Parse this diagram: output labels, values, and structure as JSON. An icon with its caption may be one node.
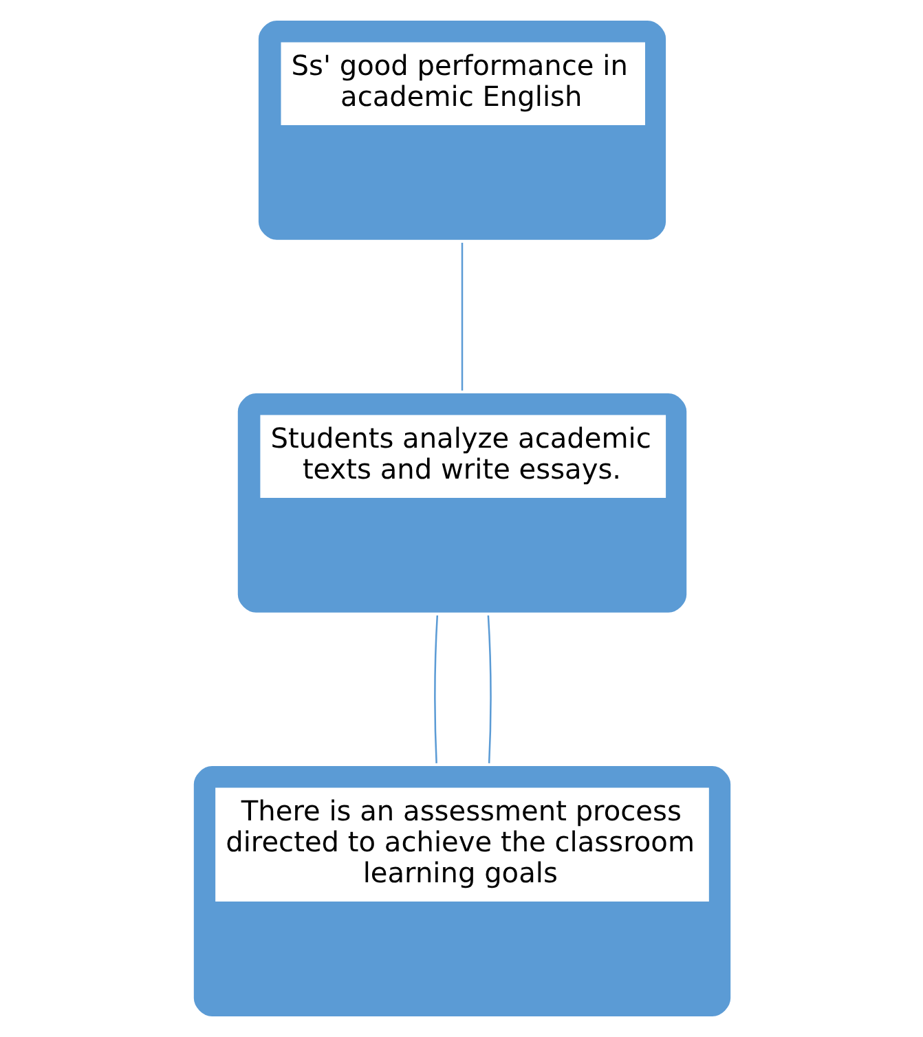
{
  "diagram": {
    "nodes": [
      {
        "text": [
          "Ss' good performance in academic English"
        ]
      },
      {
        "text": [
          "Students analyze academic texts and write essays."
        ]
      },
      {
        "text": [
          "There is an assessment process directed to achieve the classroom learning goals"
        ]
      }
    ],
    "edges": [
      {
        "from": 0,
        "to": 1,
        "arrow": "none"
      },
      {
        "from": 1,
        "to": 2,
        "arrow": "none"
      },
      {
        "from": 1,
        "to": 2,
        "arrow": "none"
      }
    ]
  }
}
